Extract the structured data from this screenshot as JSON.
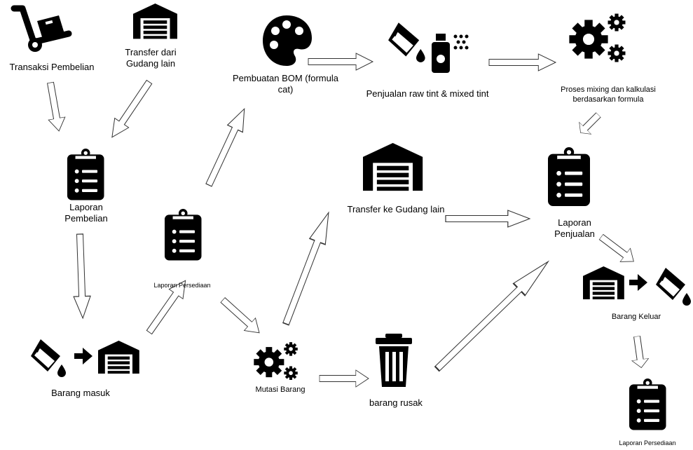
{
  "labels": {
    "transaksi_pembelian": "Transaksi Pembelian",
    "transfer_dari_gudang": "Transfer dari Gudang lain",
    "pembuatan_bom": "Pembuatan BOM (formula cat)",
    "penjualan_raw_tint": "Penjualan raw tint & mixed tint",
    "proses_mixing": "Proses mixing dan kalkulasi berdasarkan formula",
    "laporan_pembelian": "Laporan Pembelian",
    "laporan_persediaan_mid": "Laporan Persediaan",
    "transfer_ke_gudang": "Transfer ke Gudang lain",
    "laporan_penjualan": "Laporan Penjualan",
    "barang_masuk": "Barang masuk",
    "mutasi_barang": "Mutasi Barang",
    "barang_rusak": "barang rusak",
    "barang_keluar": "Barang Keluar",
    "laporan_persediaan_end": "Laporan Persediaan"
  },
  "icons": {
    "truck": "hand-truck-icon",
    "warehouse": "warehouse-icon",
    "palette": "palette-icon",
    "paint_bucket": "paint-bucket-icon",
    "spray": "spray-bottle-icon",
    "gears": "gears-icon",
    "clipboard": "clipboard-list-icon",
    "trash": "trash-icon",
    "arrow": "arrow-right-icon"
  },
  "colors": {
    "ink": "#000000",
    "arrow_stroke": "#333333",
    "background": "#ffffff"
  }
}
